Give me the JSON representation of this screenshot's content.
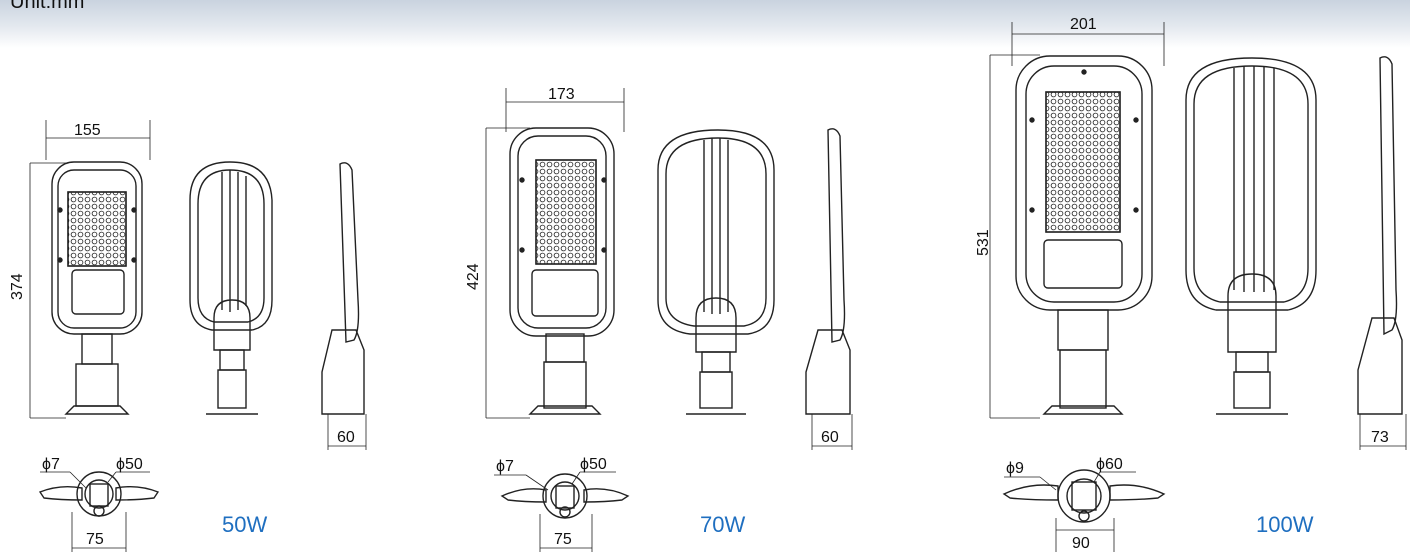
{
  "unit_label": "Unit:mm",
  "models": [
    {
      "power": "50W",
      "width": "155",
      "height": "374",
      "depth": "60",
      "hole": "ϕ7",
      "pole": "ϕ50",
      "mount": "75"
    },
    {
      "power": "70W",
      "width": "173",
      "height": "424",
      "depth": "60",
      "hole": "ϕ7",
      "pole": "ϕ50",
      "mount": "75"
    },
    {
      "power": "100W",
      "width": "201",
      "height": "531",
      "depth": "73",
      "hole": "ϕ9",
      "pole": "ϕ60",
      "mount": "90"
    }
  ]
}
